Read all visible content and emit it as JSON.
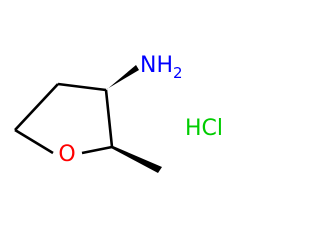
{
  "molecule": {
    "amine": {
      "symbol": "N",
      "h": "H",
      "h_count": "2"
    },
    "oxygen": {
      "symbol": "O"
    },
    "salt": "HCl",
    "colors": {
      "bond": "#000000",
      "nitrogen": "#0000ff",
      "oxygen": "#ff0000",
      "salt": "#00cc00"
    }
  }
}
